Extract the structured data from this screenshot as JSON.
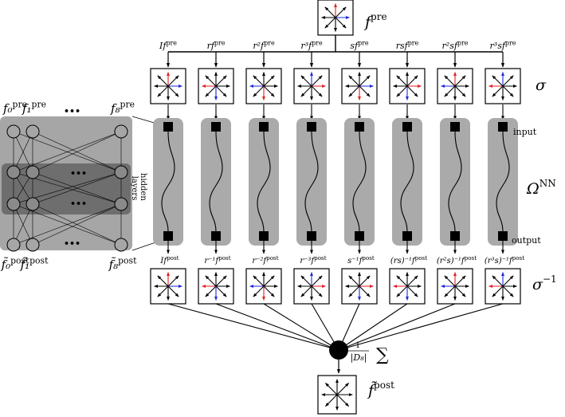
{
  "top_label": {
    "f": "f",
    "sup": "pre"
  },
  "bottom_label": {
    "f": "f̃",
    "sup": "post"
  },
  "sigma": "σ",
  "sigma_inv": {
    "s": "σ",
    "sup": "−1"
  },
  "omega": {
    "s": "Ω",
    "sup": "NN"
  },
  "sum_frac": {
    "num": "1",
    "den": "|D₈|"
  },
  "sum_symbol": "∑",
  "input_label": "input",
  "output_label": "output",
  "hidden_label": [
    "hidden",
    "layers"
  ],
  "pre_labels": [
    {
      "t": "If",
      "sup": "pre"
    },
    {
      "t": "rf",
      "sup": "pre"
    },
    {
      "t": "r²f",
      "sup": "pre"
    },
    {
      "t": "r³f",
      "sup": "pre"
    },
    {
      "t": "sf",
      "sup": "pre"
    },
    {
      "t": "rsf",
      "sup": "pre"
    },
    {
      "t": "r²sf",
      "sup": "pre"
    },
    {
      "t": "r³sf",
      "sup": "pre"
    }
  ],
  "post_labels": [
    {
      "t": "If",
      "sup": "post"
    },
    {
      "t": "r⁻¹f",
      "sup": "post"
    },
    {
      "t": "r⁻²f",
      "sup": "post"
    },
    {
      "t": "r⁻³f",
      "sup": "post"
    },
    {
      "t": "s⁻¹f",
      "sup": "post"
    },
    {
      "t": "(rs)⁻¹f",
      "sup": "post"
    },
    {
      "t": "(r²s)⁻¹f",
      "sup": "post"
    },
    {
      "t": "(r³s)⁻¹f",
      "sup": "post"
    }
  ],
  "nn_in": [
    {
      "t": "f₀",
      "sup": "pre"
    },
    {
      "t": "f₁",
      "sup": "pre"
    },
    {
      "t": "f₈",
      "sup": "pre"
    }
  ],
  "nn_out": [
    {
      "t": "f̃₀",
      "sup": "post"
    },
    {
      "t": "f̃₁",
      "sup": "post"
    },
    {
      "t": "f̃₈",
      "sup": "post"
    }
  ],
  "dots": "•••",
  "colors": {
    "red": "#e02020",
    "blue": "#1a2bd6",
    "panel": "#aaaaaa",
    "nn_bg": "#a6a6a6",
    "nn_band": "#6e6e6e"
  },
  "sigma_colors": [
    {
      "red": "N",
      "blue": "E"
    },
    {
      "red": "W",
      "blue": "S"
    },
    {
      "red": "S",
      "blue": "W"
    },
    {
      "red": "E",
      "blue": "N"
    },
    {
      "red": "S",
      "blue": "E"
    },
    {
      "red": "E",
      "blue": "S"
    },
    {
      "red": "N",
      "blue": "W"
    },
    {
      "red": "W",
      "blue": "N"
    }
  ],
  "sigma_inv_colors": [
    {
      "red": "N",
      "blue": "E"
    },
    {
      "red": "W",
      "blue": "S"
    },
    {
      "red": "S",
      "blue": "W"
    },
    {
      "red": "E",
      "blue": "N"
    },
    {
      "red": "E",
      "blue": "S"
    },
    {
      "red": "W",
      "blue": "S"
    },
    {
      "red": "N",
      "blue": "W"
    },
    {
      "red": "W",
      "blue": "N"
    }
  ]
}
